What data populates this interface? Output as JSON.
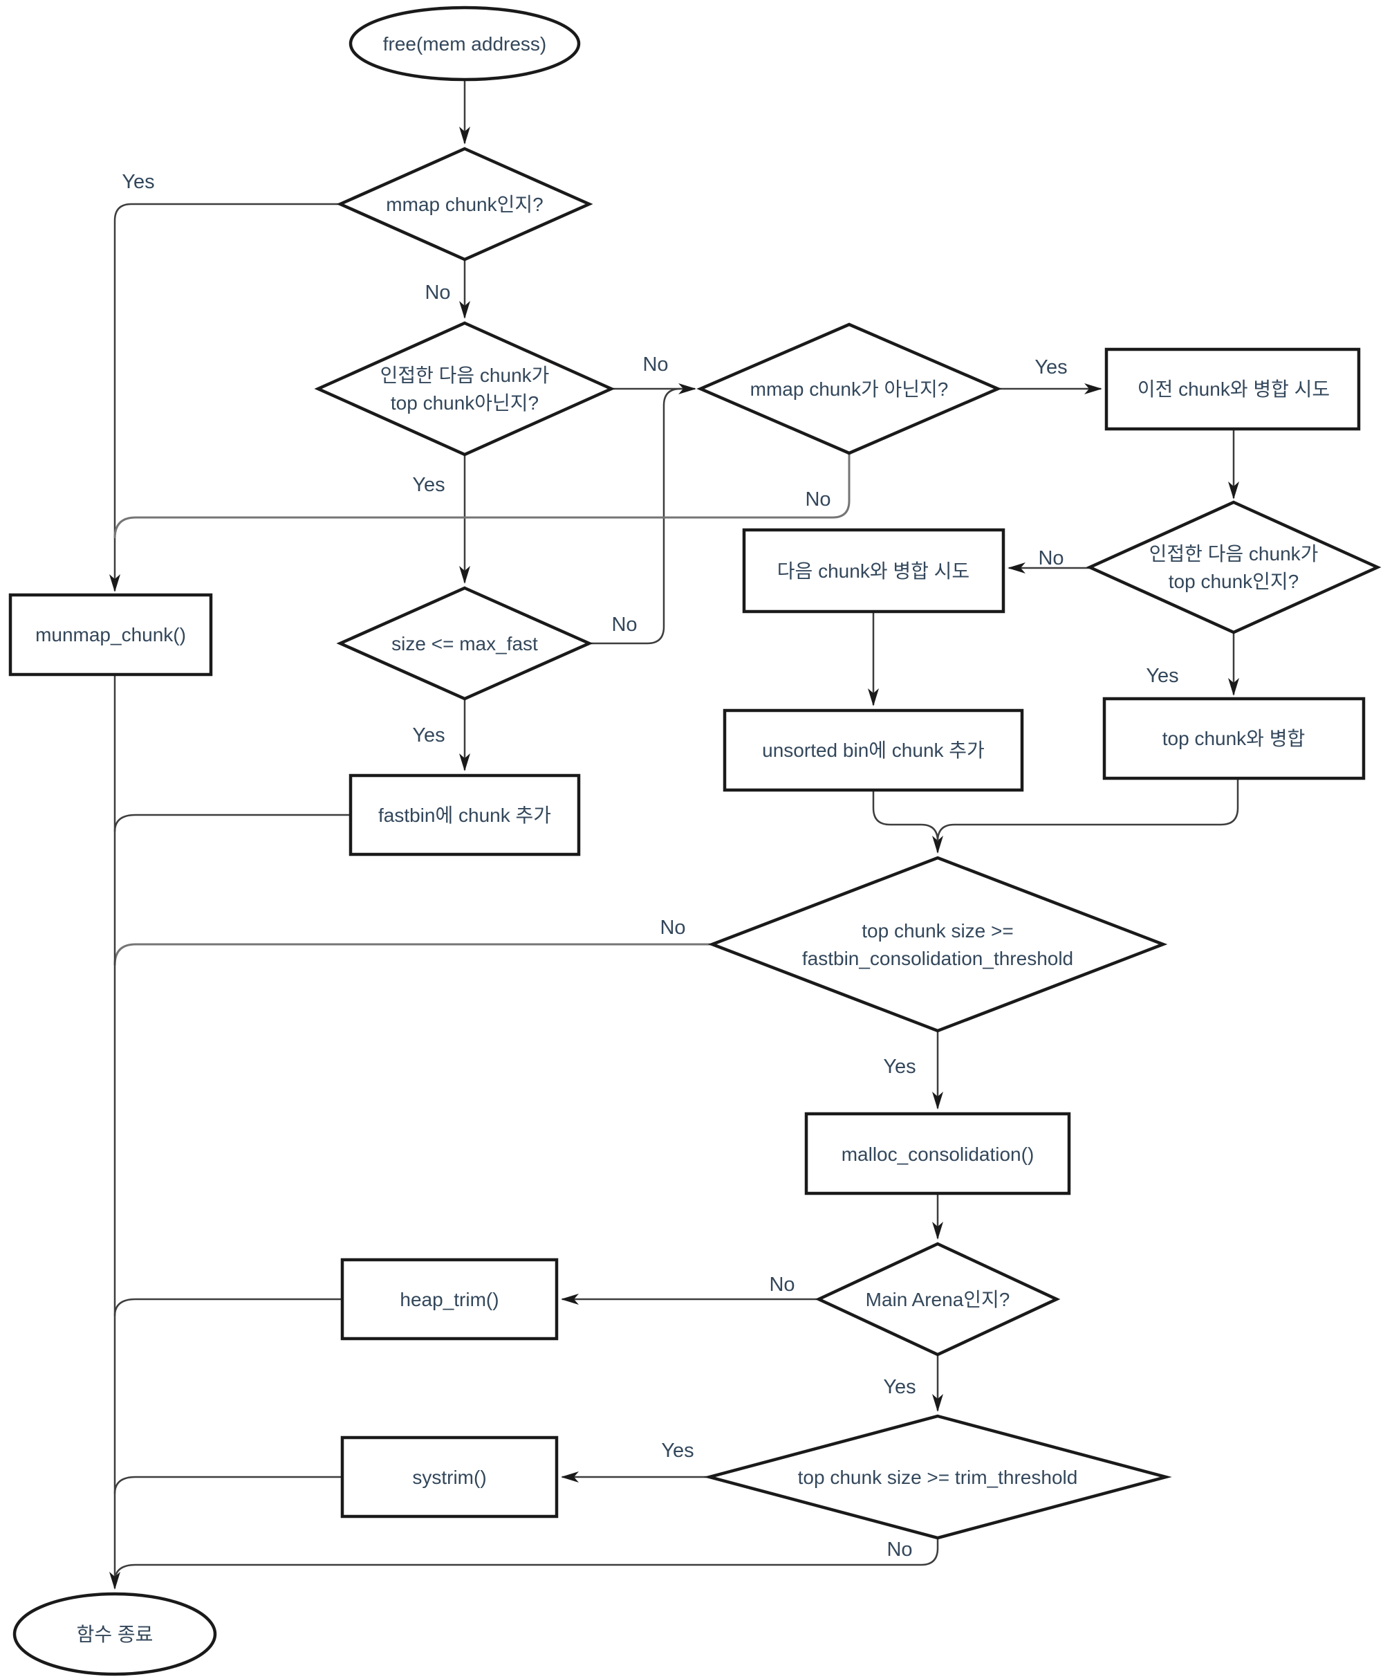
{
  "diagram": {
    "nodes": {
      "start": {
        "label": "free(mem address)"
      },
      "d_mmap": {
        "label": "mmap chunk인지?"
      },
      "d_next_not_top": {
        "line1": "인접한 다음 chunk가",
        "line2": "top chunk아닌지?"
      },
      "d_not_mmap": {
        "label": "mmap chunk가 아닌지?"
      },
      "box_prev_merge": {
        "label": "이전 chunk와 병합 시도"
      },
      "d_next_is_top": {
        "line1": "인접한 다음 chunk가",
        "line2": "top chunk인지?"
      },
      "box_next_merge": {
        "label": "다음 chunk와 병합 시도"
      },
      "box_unsorted": {
        "label": "unsorted bin에 chunk 추가"
      },
      "box_top_merge": {
        "label": "top chunk와 병합"
      },
      "d_maxfast": {
        "label": "size <= max_fast"
      },
      "box_munmap": {
        "label": "munmap_chunk()"
      },
      "box_fastbin": {
        "label": "fastbin에 chunk 추가"
      },
      "d_consolidation": {
        "line1": "top chunk size >=",
        "line2": "fastbin_consolidation_threshold"
      },
      "box_malloc_consolidation": {
        "label": "malloc_consolidation()"
      },
      "d_main_arena": {
        "label": "Main Arena인지?"
      },
      "box_heap_trim": {
        "label": "heap_trim()"
      },
      "d_trim": {
        "label": "top chunk size >= trim_threshold"
      },
      "box_systrim": {
        "label": "systrim()"
      },
      "end": {
        "label": "함수 종료"
      }
    },
    "edge_labels": {
      "d_mmap_yes": "Yes",
      "d_mmap_no": "No",
      "d_next_not_top_no": "No",
      "d_next_not_top_yes": "Yes",
      "d_not_mmap_yes": "Yes",
      "d_not_mmap_no": "No",
      "d_next_is_top_no": "No",
      "d_next_is_top_yes": "Yes",
      "d_maxfast_no": "No",
      "d_maxfast_yes": "Yes",
      "d_consolidation_no": "No",
      "d_consolidation_yes": "Yes",
      "d_main_arena_no": "No",
      "d_main_arena_yes": "Yes",
      "d_trim_yes": "Yes",
      "d_trim_no": "No"
    },
    "colors": {
      "line": "#1a1a1a",
      "edge": "#3d3d3d",
      "feedback": "#757575",
      "text": "#33475b",
      "background": "#ffffff"
    }
  }
}
